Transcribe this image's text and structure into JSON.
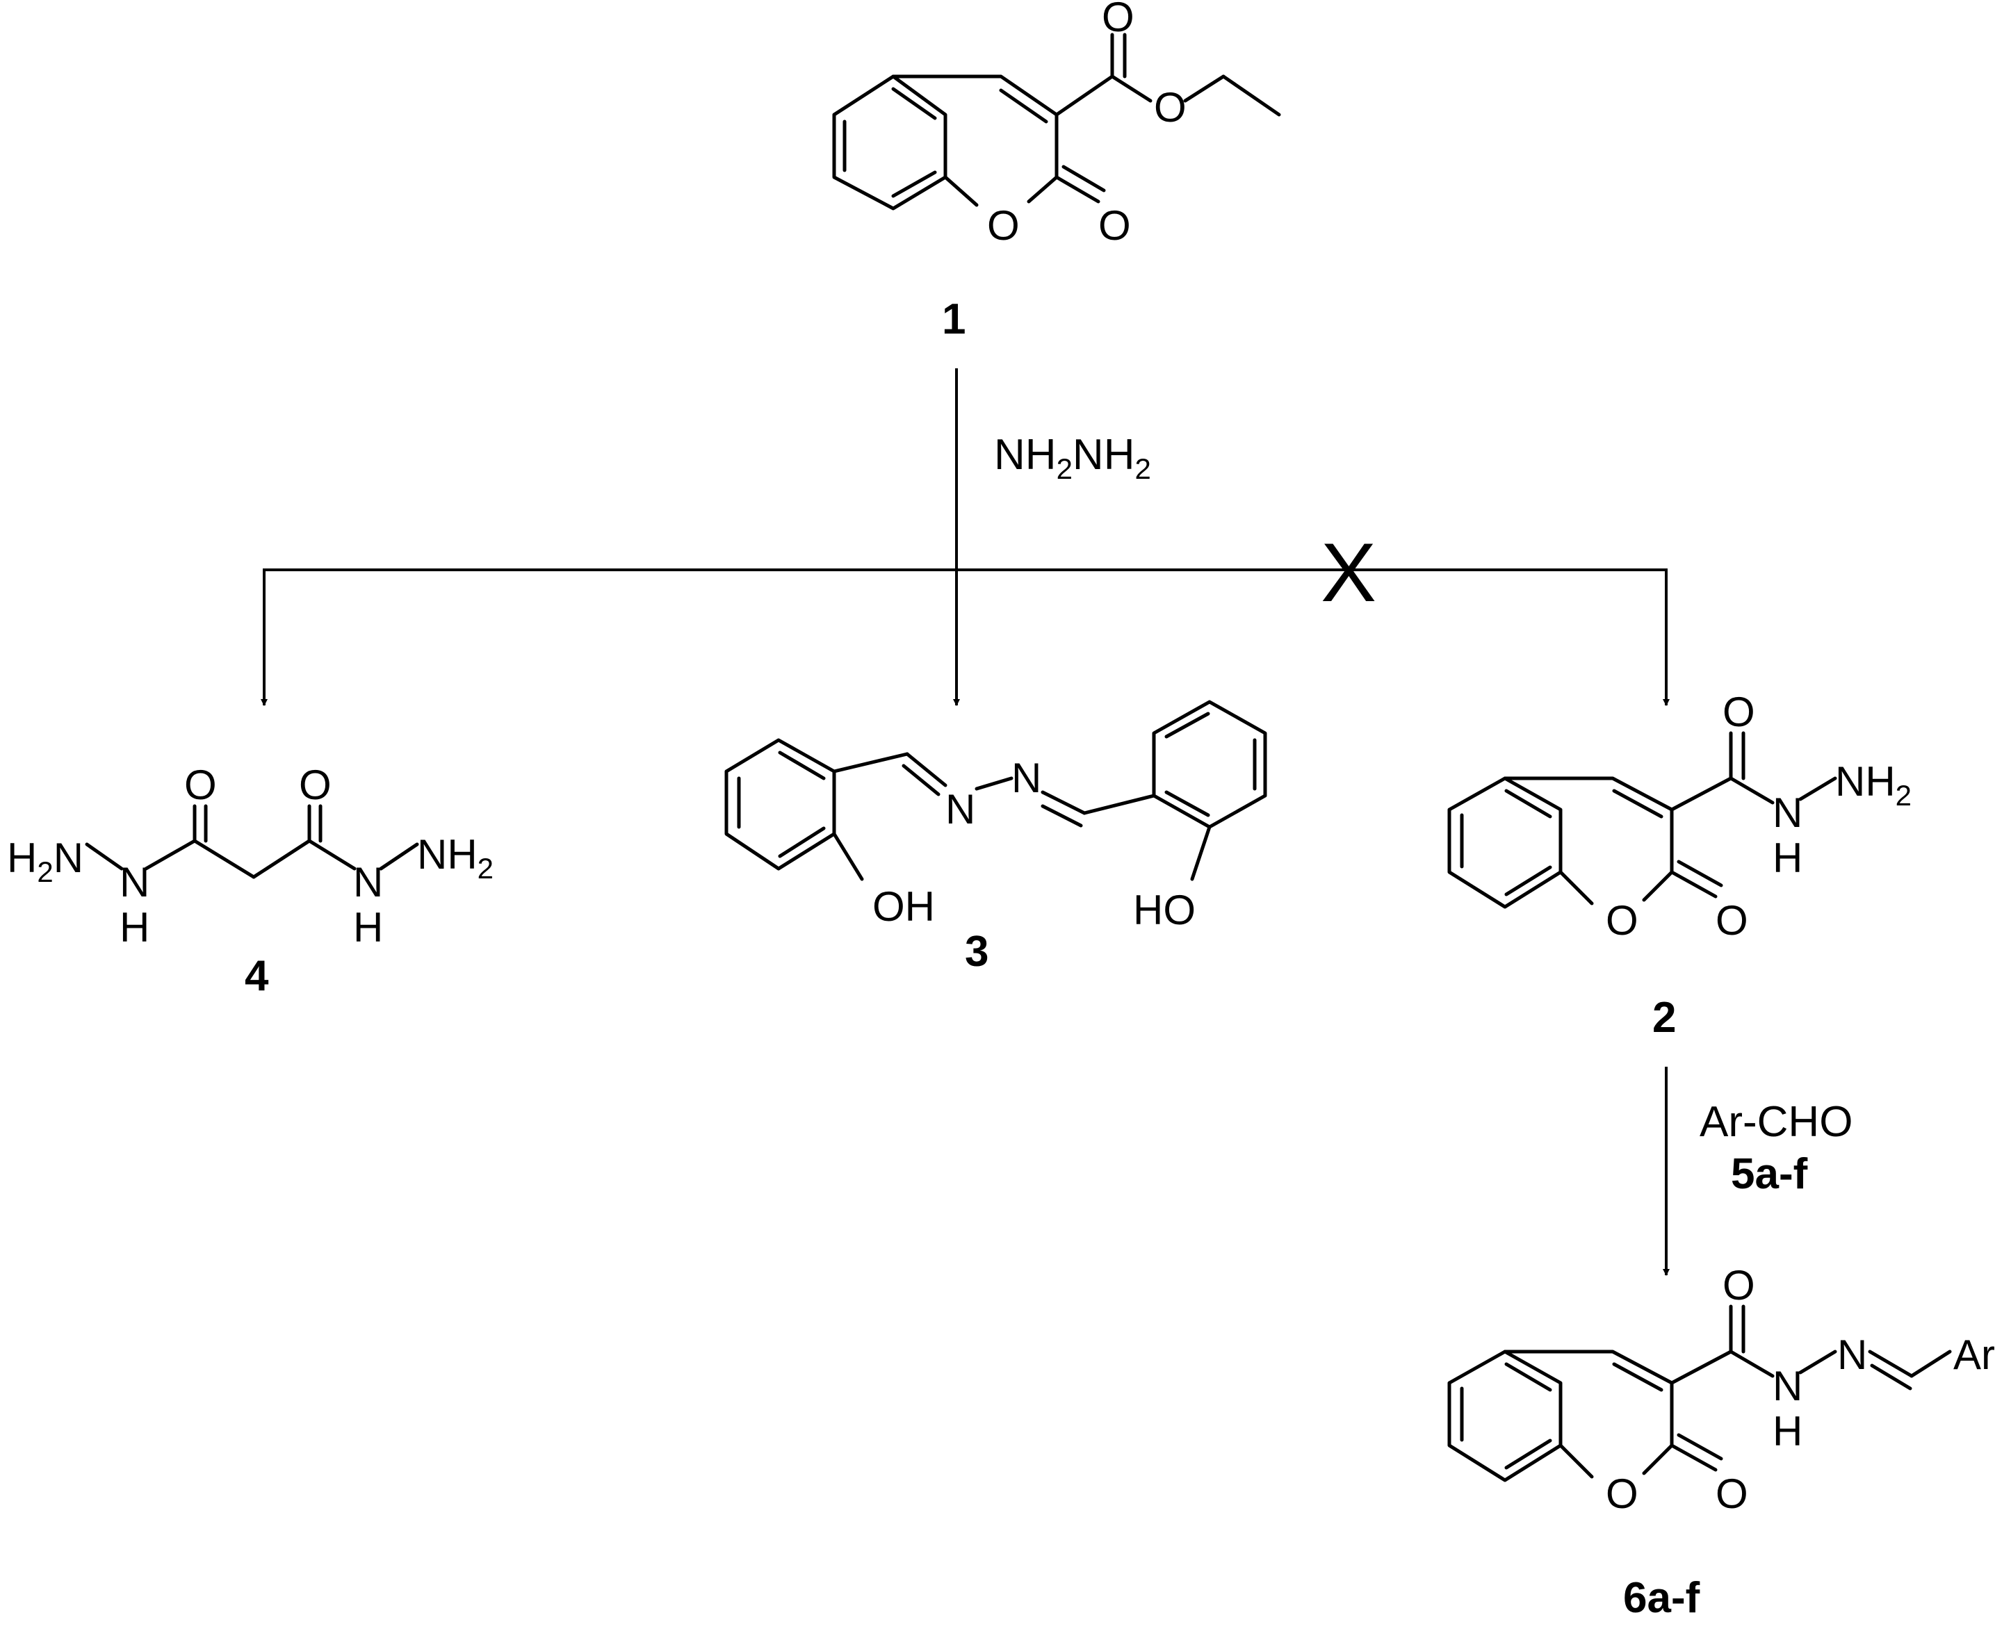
{
  "compounds": {
    "c1": {
      "label": "1"
    },
    "c2": {
      "label": "2"
    },
    "c3": {
      "label": "3"
    },
    "c4": {
      "label": "4"
    },
    "c6": {
      "label": "6a-f"
    }
  },
  "reagents": {
    "hydrazine": {
      "t1": "NH",
      "t2": "2",
      "t3": "NH",
      "t4": "2"
    },
    "aldehyde": {
      "text": "Ar-CHO"
    },
    "aldehyde_label": {
      "text": "5a-f"
    }
  },
  "blocked_path_mark": "X",
  "atoms": {
    "O": "O",
    "N": "N",
    "H": "H",
    "NH": "NH",
    "H2": "H",
    "two": "2",
    "OH": "OH",
    "HO": "HO",
    "Ar": "Ar"
  }
}
